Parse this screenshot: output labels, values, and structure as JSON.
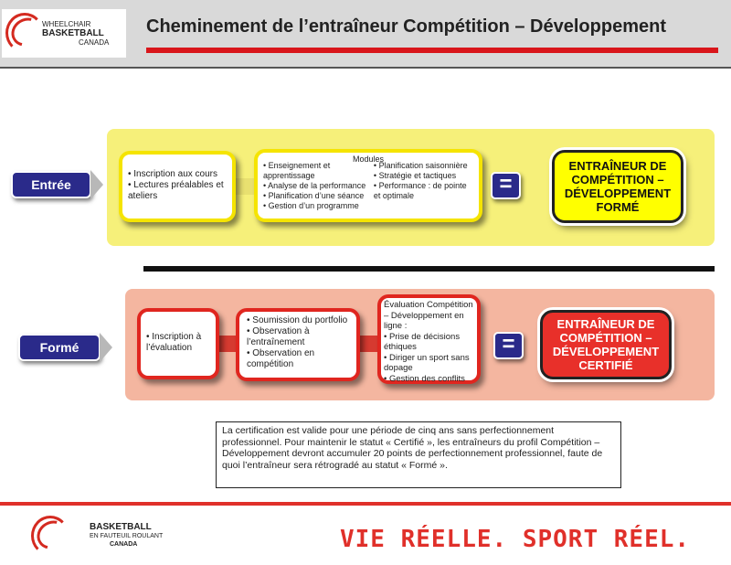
{
  "header": {
    "logo_lines": [
      "WHEELCHAIR",
      "BASKETBALL",
      "CANADA"
    ],
    "title": "Cheminement de l’entraîneur Compétition – Développement"
  },
  "entree": {
    "tag": "Entrée",
    "box1": [
      "Inscription aux cours",
      "Lectures préalables et ateliers"
    ],
    "modules_title": "Modules",
    "modules_col1": [
      "Enseignement et apprentissage",
      "Analyse de la performance",
      "Planification d’une séance",
      "Gestion d’un programme"
    ],
    "modules_col2": [
      "Planification saisonnière",
      "Stratégie et tactiques",
      "Performance : de pointe et optimale"
    ],
    "equals": "=",
    "result": "ENTRAÎNEUR DE COMPÉTITION – DÉVELOPPEMENT FORMÉ"
  },
  "forme": {
    "tag": "Formé",
    "box1": [
      "Inscription à l’évaluation"
    ],
    "box2": [
      "Soumission du portfolio",
      "Observation à l’entraînement",
      "Observation en compétition"
    ],
    "box3_title": "Évaluation Compétition – Développement en ligne :",
    "box3": [
      "Prise de décisions éthiques",
      "Diriger un sport sans dopage",
      "Gestion des conflits"
    ],
    "equals": "=",
    "result": "ENTRAÎNEUR DE COMPÉTITION – DÉVELOPPEMENT CERTIFIÉ"
  },
  "note": "La certification est valide pour une période de cinq ans sans perfectionnement professionnel. Pour maintenir le statut « Certifié », les entraîneurs du profil Compétition – Développement devront accumuler 20 points de perfectionnement professionnel, faute de quoi l’entraîneur sera rétrogradé au statut « Formé ».",
  "footer": {
    "logo_lines": [
      "BASKETBALL",
      "EN FAUTEUIL ROULANT",
      "CANADA"
    ],
    "slogan": "VIE RÉELLE. SPORT RÉEL."
  },
  "colors": {
    "red": "#d9161b",
    "navy": "#2a2a8a",
    "yellow": "#f6f07a",
    "pink": "#f4b6a0"
  }
}
